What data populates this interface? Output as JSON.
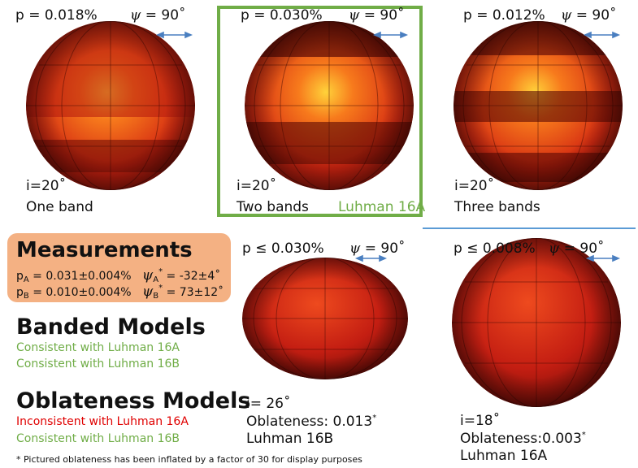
{
  "panels": [
    {
      "p": "p = 0.018%",
      "psi_symbol": "ψ",
      "psi_val": "= 90˚",
      "i": "i=20˚",
      "caption": "One band"
    },
    {
      "p": "p = 0.030%",
      "psi_symbol": "ψ",
      "psi_val": "= 90˚",
      "i": "i=20˚",
      "caption": "Two bands",
      "target": "Luhman 16A"
    },
    {
      "p": "p = 0.012%",
      "psi_symbol": "ψ",
      "psi_val": "= 90˚",
      "i": "i=20˚",
      "caption": "Three bands"
    },
    {
      "p": "p ≤ 0.030%",
      "psi_symbol": "ψ",
      "psi_val": "= 90˚",
      "i": "i= 26˚",
      "oblateness": "Oblateness: 0.013",
      "oblateness_mark": "*",
      "target": "Luhman 16B"
    },
    {
      "p": "p ≤ 0.008%",
      "psi_symbol": "ψ",
      "psi_val": "= 90˚",
      "i": "i=18˚",
      "oblateness": "Oblateness:0.003",
      "oblateness_mark": "*",
      "target": "Luhman 16A"
    }
  ],
  "measurements": {
    "title": "Measurements",
    "a_p_sym": "p",
    "a_p_sub": "A",
    "a_p_val": " = 0.031±0.004%",
    "a_psi_sym": "ψ",
    "a_psi_sub": "A",
    "a_psi_sup": "*",
    "a_psi_val": " = -32±4˚",
    "b_p_sym": "p",
    "b_p_sub": "B",
    "b_p_val": " = 0.010±0.004%",
    "b_psi_sym": "ψ",
    "b_psi_sub": "B",
    "b_psi_sup": "*",
    "b_psi_val": " = 73±12˚"
  },
  "banded": {
    "title": "Banded Models",
    "line1": "Consistent with Luhman 16A",
    "line2": "Consistent with Luhman 16B"
  },
  "oblate": {
    "title": "Oblateness Models",
    "line1": "Inconsistent with Luhman 16A",
    "line2": "Consistent with Luhman 16B"
  },
  "footnote": "* Pictured oblateness has been inflated by a factor of 30 for display purposes",
  "colors": {
    "green": "#70ad47",
    "red": "#e00000",
    "orange": "#f4b183",
    "arrow": "#4a7fc0"
  }
}
